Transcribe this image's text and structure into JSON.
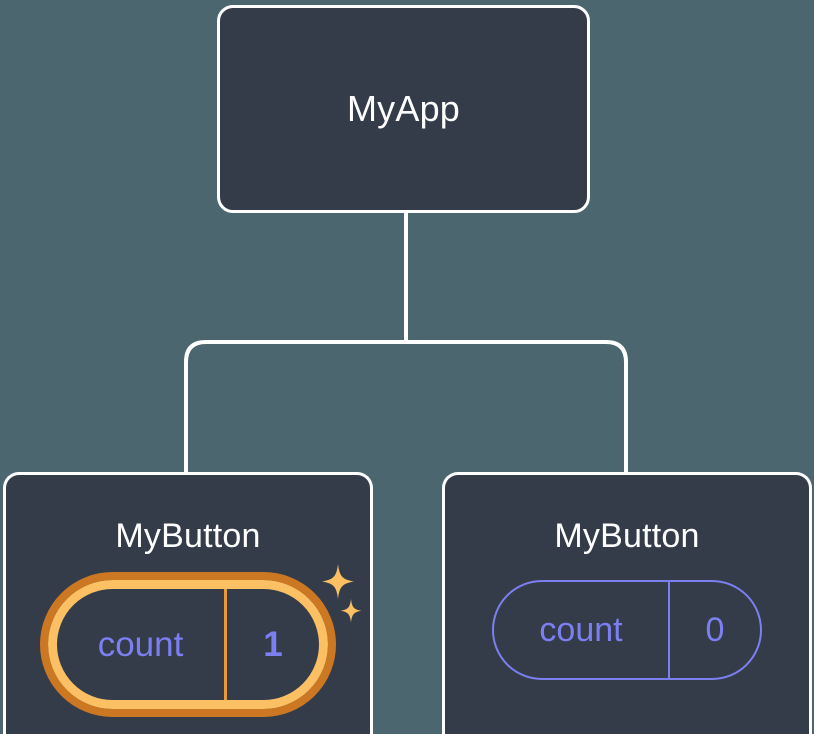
{
  "diagram": {
    "title": "React component tree with highlighted state",
    "background_color": "#4c6670",
    "node_fill_color": "#343c4a",
    "node_border_color": "#ffffff",
    "connector_color": "#ffffff",
    "state_text_color": "#7c7ff0",
    "highlight_outer_color": "#cc7722",
    "highlight_inner_color": "#fbbf64"
  },
  "nodes": {
    "root": {
      "label": "MyApp"
    },
    "child_left": {
      "label": "MyButton",
      "state": {
        "key": "count",
        "value": "1",
        "highlighted": true
      },
      "sparkle_large": "sparkle-icon",
      "sparkle_small": "sparkle-icon"
    },
    "child_right": {
      "label": "MyButton",
      "state": {
        "key": "count",
        "value": "0",
        "highlighted": false
      }
    }
  }
}
